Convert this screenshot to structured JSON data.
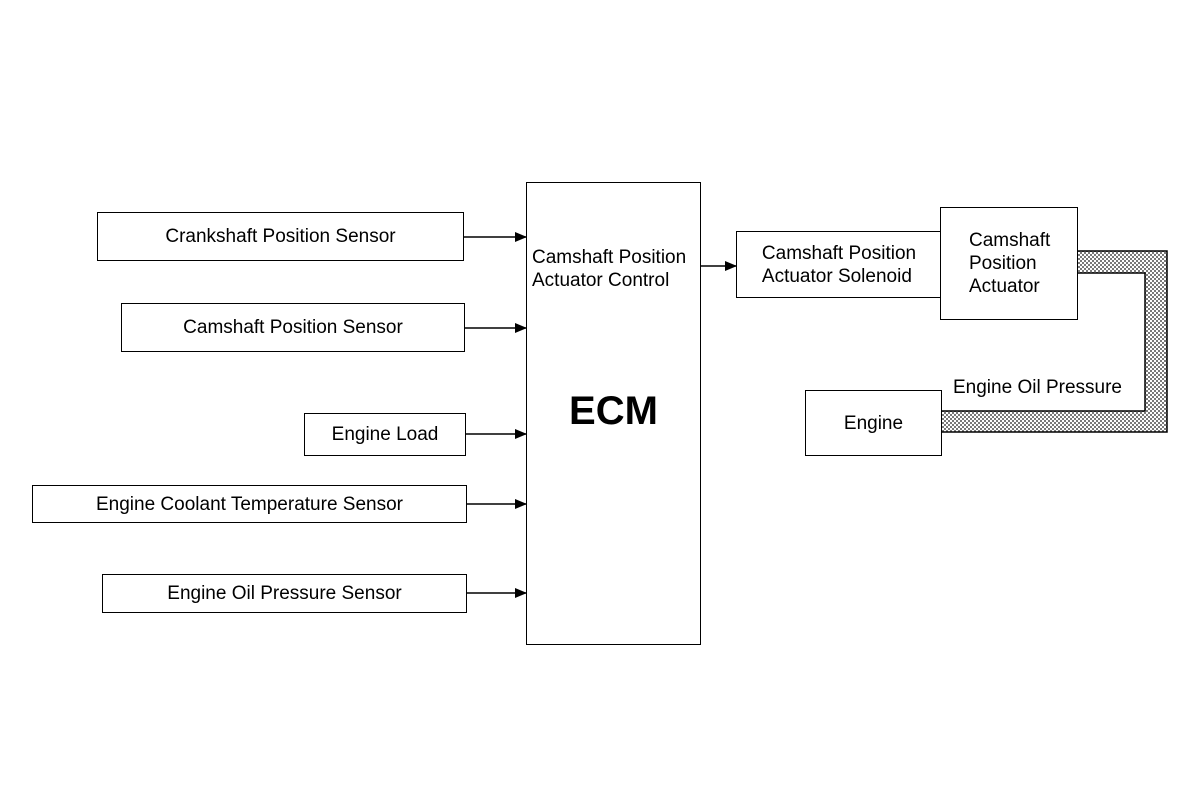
{
  "inputs": [
    {
      "id": "crankshaft",
      "label": "Crankshaft Position Sensor"
    },
    {
      "id": "camshaft",
      "label": "Camshaft Position Sensor"
    },
    {
      "id": "engine-load",
      "label": "Engine Load"
    },
    {
      "id": "coolant",
      "label": "Engine Coolant Temperature Sensor"
    },
    {
      "id": "oil-pressure-sensor",
      "label": "Engine Oil Pressure Sensor"
    }
  ],
  "ecm": {
    "title": "ECM",
    "control_label": "Camshaft Position\nActuator Control"
  },
  "solenoid": {
    "label": "Camshaft Position\nActuator Solenoid"
  },
  "actuator": {
    "label": "Camshaft\nPosition\nActuator"
  },
  "engine": {
    "label": "Engine"
  },
  "oil_path": {
    "label": "Engine Oil Pressure"
  },
  "colors": {
    "line": "#000000",
    "background": "#ffffff",
    "oil_hatch": "#7a7a7a"
  }
}
